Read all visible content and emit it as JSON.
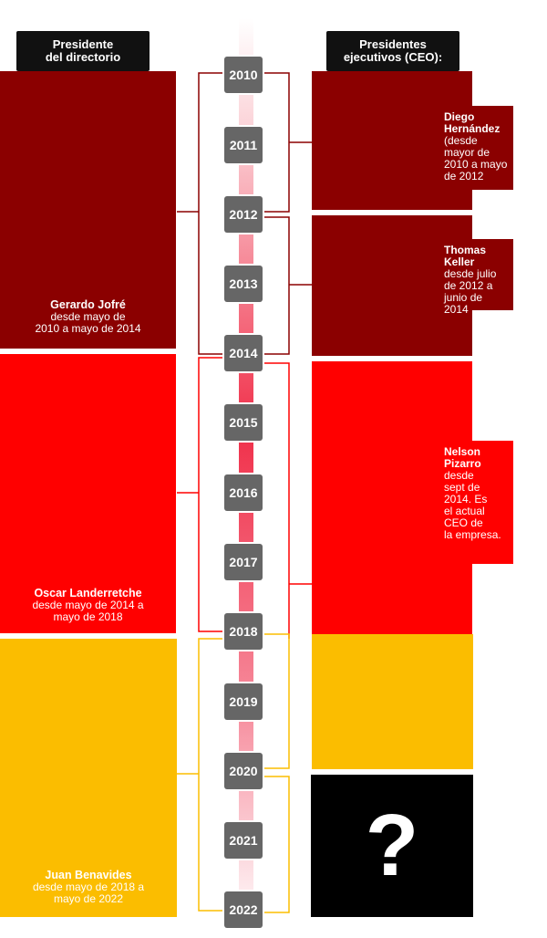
{
  "headers": {
    "left": "Presidente\ndel directorio",
    "right": "Presidentes\nejecutivos (CEO):"
  },
  "years": [
    "2010",
    "2011",
    "2012",
    "2013",
    "2014",
    "2015",
    "2016",
    "2017",
    "2018",
    "2019",
    "2020",
    "2021",
    "2022"
  ],
  "presidents": [
    {
      "name": "Gerardo Jofré",
      "period": "desde mayo de\n2010 a mayo de 2014",
      "color": "#8b0000"
    },
    {
      "name": "Oscar Landerretche",
      "period": "desde mayo de 2014 a\nmayo de 2018",
      "color": "#ff0000"
    },
    {
      "name": "Juan Benavides",
      "period": "desde mayo de 2018 a\nmayo de 2022",
      "color": "#fbbd00"
    }
  ],
  "ceos": [
    {
      "name": "Diego\nHernández",
      "period": "(desde\nmayor de\n2010 a mayo\nde 2012",
      "color": "#8b0000"
    },
    {
      "name": "Thomas\nKeller",
      "period": "desde julio\nde 2012 a\njunio de 2014",
      "color": "#8b0000"
    },
    {
      "name": "Nelson\nPizarro",
      "period": "desde\nsept de\n2014. Es\nel actual\nCEO de\nla empresa.",
      "color": "#ff0000"
    },
    {
      "name": "",
      "period": "",
      "color": "#fbbd00"
    },
    {
      "name": "?",
      "period": "",
      "color": "#000000"
    }
  ],
  "colors": {
    "dark_red": "#8b0000",
    "red": "#ff0000",
    "yellow": "#fbbd00",
    "year_box": "#666666",
    "header": "#111111"
  }
}
